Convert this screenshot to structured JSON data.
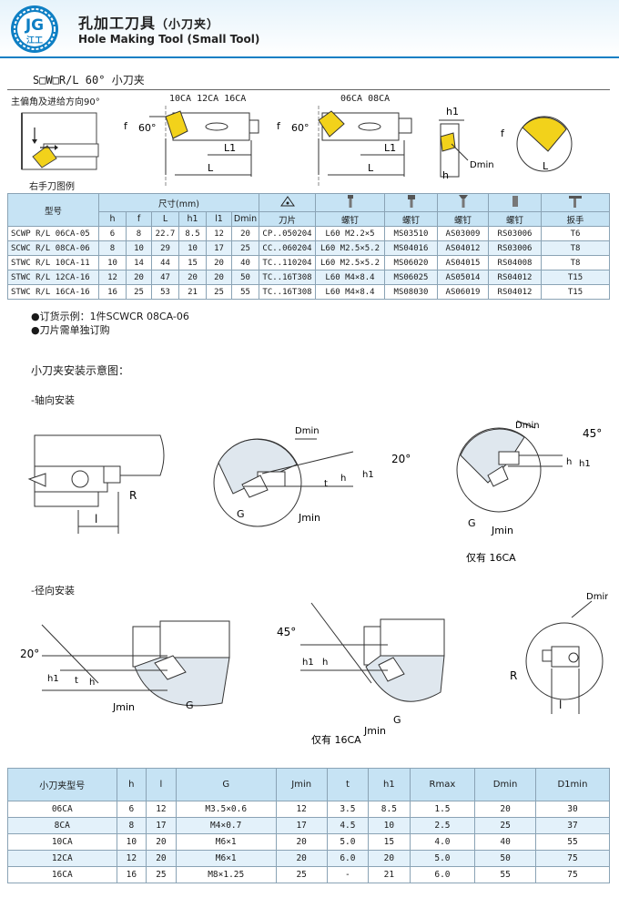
{
  "header": {
    "logo_top": "JG",
    "logo_bottom": "江工",
    "title_cn": "孔加工刀具",
    "title_cn_suffix": "（小刀夹）",
    "title_en": "Hole Making Tool  (Small Tool)"
  },
  "section": {
    "title": "S□W□R/L 60°  小刀夹"
  },
  "top_figure": {
    "left_caption_top": "主偏角及进给方向90°",
    "left_caption_bottom": "右手刀图例",
    "diagram_a_title": "10CA 12CA 16CA",
    "diagram_b_title": "06CA 08CA",
    "angle": "60°",
    "label_f": "f",
    "label_L1": "L1",
    "label_L": "L",
    "label_h1": "h1",
    "label_h": "h",
    "label_Dmin": "Dmin"
  },
  "spec_table": {
    "col_model": "型号",
    "col_size_group": "尺寸(mm)",
    "size_cols": [
      "h",
      "f",
      "L",
      "h1",
      "l1",
      "Dmin"
    ],
    "part_cols": [
      "刀片",
      "螺钉",
      "螺钉",
      "螺钉",
      "螺钉",
      "扳手"
    ],
    "rows": [
      [
        "SCWP R/L 06CA-05",
        "6",
        "8",
        "22.7",
        "8.5",
        "12",
        "20",
        "CP..050204",
        "L60 M2.2×5",
        "MS03510",
        "AS03009",
        "RS03006",
        "T6"
      ],
      [
        "SCWC R/L 08CA-06",
        "8",
        "10",
        "29",
        "10",
        "17",
        "25",
        "CC..060204",
        "L60 M2.5×5.2",
        "MS04016",
        "AS04012",
        "RS03006",
        "T8"
      ],
      [
        "STWC R/L 10CA-11",
        "10",
        "14",
        "44",
        "15",
        "20",
        "40",
        "TC..110204",
        "L60 M2.5×5.2",
        "MS06020",
        "AS04015",
        "RS04008",
        "T8"
      ],
      [
        "STWC R/L 12CA-16",
        "12",
        "20",
        "47",
        "20",
        "20",
        "50",
        "TC..16T308",
        "L60 M4×8.4",
        "MS06025",
        "AS05014",
        "RS04012",
        "T15"
      ],
      [
        "STWC R/L 16CA-16",
        "16",
        "25",
        "53",
        "21",
        "25",
        "55",
        "TC..16T308",
        "L60 M4×8.4",
        "MS08030",
        "AS06019",
        "RS04012",
        "T15"
      ]
    ]
  },
  "notes": {
    "order_example": "●订货示例：1件SCWCR 08CA-06",
    "insert_note": "●刀片需单独订购"
  },
  "install": {
    "title": "小刀夹安装示意图：",
    "axial_label": "-轴向安装",
    "radial_label": "-径向安装",
    "only_16ca": "仅有 16CA",
    "angle_20": "20°",
    "angle_45": "45°",
    "label_R": "R",
    "label_l": "l",
    "label_G": "G",
    "label_Jmin": "Jmin",
    "label_Dmin": "Dmin",
    "label_t": "t",
    "label_h": "h",
    "label_h1": "h1"
  },
  "dim_table": {
    "headers": [
      "小刀夹型号",
      "h",
      "l",
      "G",
      "Jmin",
      "t",
      "h1",
      "Rmax",
      "Dmin",
      "D1min"
    ],
    "rows": [
      [
        "06CA",
        "6",
        "12",
        "M3.5×0.6",
        "12",
        "3.5",
        "8.5",
        "1.5",
        "20",
        "30"
      ],
      [
        "8CA",
        "8",
        "17",
        "M4×0.7",
        "17",
        "4.5",
        "10",
        "2.5",
        "25",
        "37"
      ],
      [
        "10CA",
        "10",
        "20",
        "M6×1",
        "20",
        "5.0",
        "15",
        "4.0",
        "40",
        "55"
      ],
      [
        "12CA",
        "12",
        "20",
        "M6×1",
        "20",
        "6.0",
        "20",
        "5.0",
        "50",
        "75"
      ],
      [
        "16CA",
        "16",
        "25",
        "M8×1.25",
        "25",
        "-",
        "21",
        "6.0",
        "55",
        "75"
      ]
    ]
  },
  "colors": {
    "brand_blue": "#0e7fc4",
    "header_fill": "#c6e3f4",
    "row_alt": "#e3f1fa",
    "insert_yellow": "#f2d21b"
  }
}
